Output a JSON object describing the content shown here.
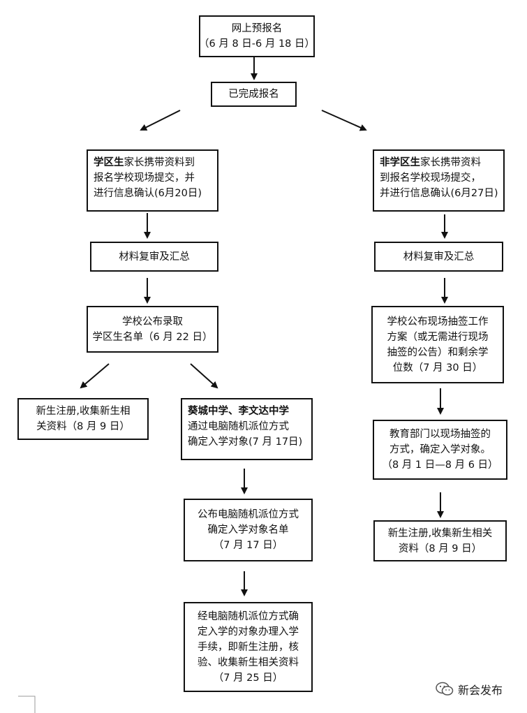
{
  "boxes": {
    "online": {
      "line1": "网上预报名",
      "line2": "（6 月 8 日-6 月 18 日）"
    },
    "completed": {
      "text": "已完成报名"
    },
    "district_submit": {
      "bold": "学区生",
      "line1_rest": "家长携带资料到",
      "line2": "报名学校现场提交，并",
      "line3": "进行信息确认(6月20日)"
    },
    "nondistrict_submit": {
      "bold": "非学区生",
      "line1_rest": "家长携带资料",
      "line2": "到报名学校现场提交，",
      "line3": "并进行信息确认(6月27日)"
    },
    "review_left": {
      "text": "材料复审及汇总"
    },
    "review_right": {
      "text": "材料复审及汇总"
    },
    "publish_district": {
      "line1": "学校公布录取",
      "line2": "学区生名单（6 月 22 日）"
    },
    "lottery_plan": {
      "line1": "学校公布现场抽签工作",
      "line2": "方案（或无需进行现场",
      "line3": "抽签的公告）和剩余学",
      "line4": "位数（7 月 30 日）"
    },
    "register_left": {
      "line1": "新生注册,收集新生相",
      "line2": "关资料（8 月 9 日）"
    },
    "computer_assign": {
      "bold": "葵城中学、李文达中学",
      "line2": "通过电脑随机派位方式",
      "line3": "确定入学对象(7 月 17日)"
    },
    "education_lottery": {
      "line1": "教育部门以现场抽签的",
      "line2": "方式，确定入学对象。",
      "line3": "（8 月 1 日—8 月 6 日）"
    },
    "publish_assign": {
      "line1": "公布电脑随机派位方式",
      "line2": "确定入学对象名单",
      "line3": "（7 月 17 日）"
    },
    "register_right": {
      "line1": "新生注册,收集新生相关",
      "line2": "资料（8 月 9 日）"
    },
    "final_procedure": {
      "line1": "经电脑随机派位方式确",
      "line2": "定入学的对象办理入学",
      "line3": "手续，即新生注册，核",
      "line4": "验、收集新生相关资料",
      "line5": "（7 月 25 日）"
    }
  },
  "watermark": {
    "icon": "wechat-icon",
    "text": "新会发布"
  }
}
